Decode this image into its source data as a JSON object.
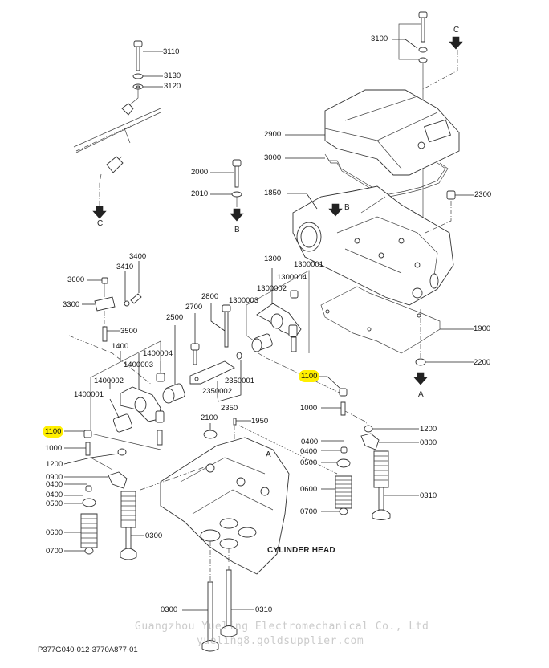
{
  "diagram": {
    "title": "CYLINDER HEAD",
    "document_id": "P377G040-012-3770A877-01",
    "watermark": {
      "line1": "Guangzhou Yueling Electromechanical Co., Ltd",
      "line2": "yueling8.goldsupplier.com"
    },
    "highlight_color": "#ffef00",
    "part_labels": [
      {
        "id": "p3110",
        "text": "3110"
      },
      {
        "id": "p3130",
        "text": "3130"
      },
      {
        "id": "p3120",
        "text": "3120"
      },
      {
        "id": "p3100",
        "text": "3100"
      },
      {
        "id": "p2900",
        "text": "2900"
      },
      {
        "id": "p3000",
        "text": "3000"
      },
      {
        "id": "p2000",
        "text": "2000"
      },
      {
        "id": "p2010",
        "text": "2010"
      },
      {
        "id": "p1850",
        "text": "1850"
      },
      {
        "id": "p2300",
        "text": "2300"
      },
      {
        "id": "p3400",
        "text": "3400"
      },
      {
        "id": "p3410",
        "text": "3410"
      },
      {
        "id": "p3600",
        "text": "3600"
      },
      {
        "id": "p3300",
        "text": "3300"
      },
      {
        "id": "p3500",
        "text": "3500"
      },
      {
        "id": "p1300",
        "text": "1300"
      },
      {
        "id": "p1300001",
        "text": "1300001"
      },
      {
        "id": "p1300004",
        "text": "1300004"
      },
      {
        "id": "p1300002",
        "text": "1300002"
      },
      {
        "id": "p1300003",
        "text": "1300003"
      },
      {
        "id": "p2800",
        "text": "2800"
      },
      {
        "id": "p2700",
        "text": "2700"
      },
      {
        "id": "p2500",
        "text": "2500"
      },
      {
        "id": "p1400",
        "text": "1400"
      },
      {
        "id": "p1400004",
        "text": "1400004"
      },
      {
        "id": "p1400003",
        "text": "1400003"
      },
      {
        "id": "p1400002",
        "text": "1400002"
      },
      {
        "id": "p1400001",
        "text": "1400001"
      },
      {
        "id": "p2350001",
        "text": "2350001"
      },
      {
        "id": "p2350002",
        "text": "2350002"
      },
      {
        "id": "p2350",
        "text": "2350"
      },
      {
        "id": "p1900",
        "text": "1900"
      },
      {
        "id": "p2200",
        "text": "2200"
      },
      {
        "id": "p1100a",
        "text": "1100",
        "highlighted": true
      },
      {
        "id": "p1000a",
        "text": "1000"
      },
      {
        "id": "p1200a",
        "text": "1200"
      },
      {
        "id": "p0800",
        "text": "0800"
      },
      {
        "id": "p0400a",
        "text": "0400"
      },
      {
        "id": "p0400b",
        "text": "0400"
      },
      {
        "id": "p0500a",
        "text": "0500"
      },
      {
        "id": "p0600a",
        "text": "0600"
      },
      {
        "id": "p0700a",
        "text": "0700"
      },
      {
        "id": "p0310a",
        "text": "0310"
      },
      {
        "id": "p2100",
        "text": "2100"
      },
      {
        "id": "p1950",
        "text": "1950"
      },
      {
        "id": "p1100b",
        "text": "1100",
        "highlighted": true
      },
      {
        "id": "p1000b",
        "text": "1000"
      },
      {
        "id": "p1200b",
        "text": "1200"
      },
      {
        "id": "p0900",
        "text": "0900"
      },
      {
        "id": "p0400c",
        "text": "0400"
      },
      {
        "id": "p0400d",
        "text": "0400"
      },
      {
        "id": "p0500b",
        "text": "0500"
      },
      {
        "id": "p0600b",
        "text": "0600"
      },
      {
        "id": "p0700b",
        "text": "0700"
      },
      {
        "id": "p0300a",
        "text": "0300"
      },
      {
        "id": "p0300b",
        "text": "0300"
      },
      {
        "id": "p0310b",
        "text": "0310"
      }
    ],
    "reference_arrows": [
      {
        "id": "arrowC1",
        "letter": "C"
      },
      {
        "id": "arrowC2",
        "letter": "C"
      },
      {
        "id": "arrowB1",
        "letter": "B"
      },
      {
        "id": "arrowB2",
        "letter": "B"
      },
      {
        "id": "arrowA1",
        "letter": "A"
      },
      {
        "id": "arrowA2",
        "letter": "A"
      }
    ]
  }
}
